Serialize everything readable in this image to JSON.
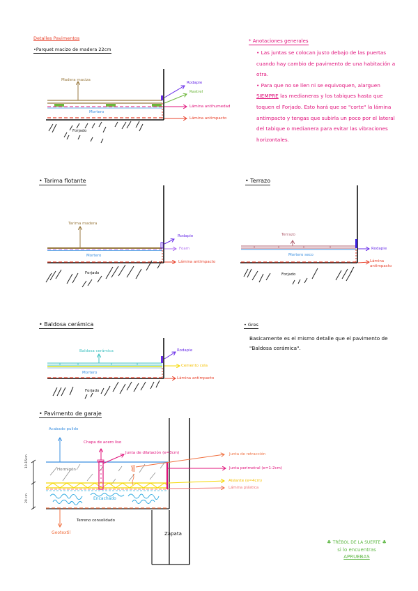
{
  "page": {
    "title": "Detalles Pavimentos",
    "colors": {
      "red": "#e8402a",
      "pink": "#e0107a",
      "purple": "#6a2ee8",
      "green": "#6cb63a",
      "brown": "#9a7a40",
      "blue": "#3a8fe0",
      "cyan": "#3cc0c0",
      "yellow": "#f5d800",
      "orange": "#f07040",
      "lilac": "#b070f0",
      "clover_green": "#5fb845"
    }
  },
  "sections": {
    "parquet": {
      "heading": "•Parquet macizo de madera 22cm",
      "labels": {
        "top": "Madera maciza",
        "mortar": "Mortero",
        "slab": "Forjado"
      },
      "callouts": [
        "Rodapie",
        "Rastrel",
        "Lámina antihumedad",
        "Lámina antimpacto"
      ]
    },
    "tarima": {
      "heading": "• Tarima flotante",
      "labels": {
        "top": "Tarima madera",
        "mortar": "Mortero",
        "slab": "Forjado"
      },
      "callouts": [
        "Rodapie",
        "Foam",
        "Lámina antimpacto"
      ]
    },
    "terrazo": {
      "heading": "• Terrazo",
      "labels": {
        "top": "Terrazo",
        "mortar": "Mortero seco",
        "slab": "Forjado"
      },
      "callouts": [
        "Rodapie",
        "Lámina",
        "antimpacto"
      ]
    },
    "baldosa": {
      "heading": "• Baldosa cerámica",
      "labels": {
        "top": "Baldosa cerámica",
        "mortar": "Mortero",
        "slab": "Forjado"
      },
      "callouts": [
        "Rodapie",
        "Cemento cola",
        "Lámina antimpacto"
      ]
    },
    "gres": {
      "heading": "• Gres",
      "text": "Basicamente es el mismo detalle que el pavimento de \"Baldosa cerámica\"."
    },
    "garaje": {
      "heading": "• Pavimento de garaje",
      "labels": {
        "finish": "Acabado pulido",
        "plate": "Chapa de acero liso",
        "dilatation": "Junta de dilatación (e=3cm)",
        "concrete": "Hormigón",
        "gravel": "Encachado",
        "ground": "Terreno consolidado",
        "geotextile": "Geotextil",
        "footing": "Zapata",
        "dim_top": "10-15cm",
        "dim_bottom": "20 cm"
      },
      "callouts": [
        "Junta de retracción",
        "Junta perimetral (e=1-2cm)",
        "Aislante (e=4cm)",
        "Lámina plástica"
      ]
    }
  },
  "notes": {
    "title": "* Anotaciones generales",
    "bullet1": "• Las juntas se colocan justo debajo de las puertas cuando hay cambio de pavimento de una habitación a otra.",
    "bullet2_pre": "• Para que no se líen ni se equivoquen, alarguen ",
    "bullet2_emph": "SIEMPRE",
    "bullet2_post": " las medianeras y los tabiques hasta que toquen el Forjado. Esto hará que se \"corte\" la lámina antimpacto y tengas que subirla un poco por el lateral del tabique o medianera para evitar las vibraciones horizontales."
  },
  "footer": {
    "line1": "Trébol de la suerte",
    "line2": "si lo encuentras",
    "line3": "Apruebas",
    "icon": "clover-icon"
  }
}
